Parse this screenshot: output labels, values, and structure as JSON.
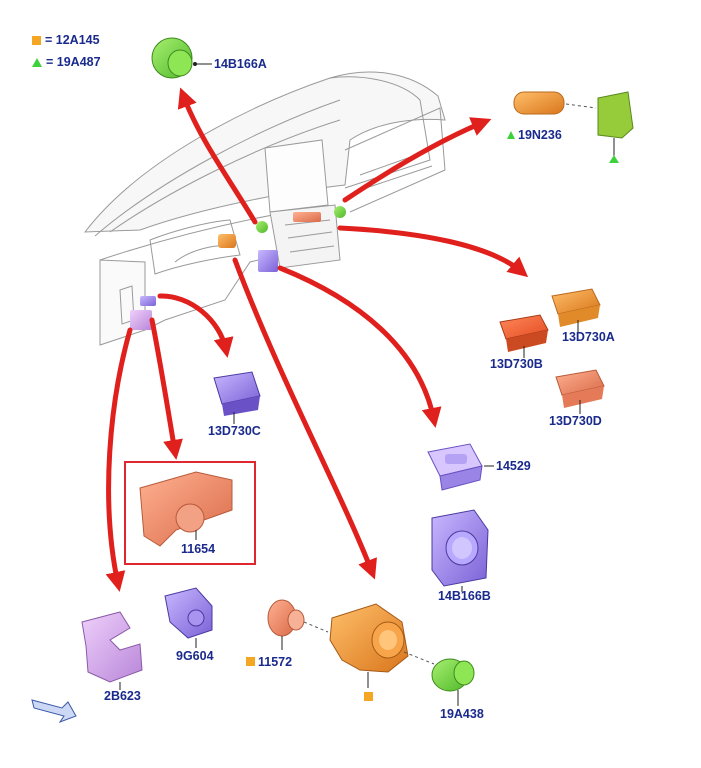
{
  "legend": [
    {
      "marker": "square",
      "color": "#f5a623",
      "text": "= 12A145"
    },
    {
      "marker": "triangle",
      "color": "#3ed13e",
      "text": "= 19A487"
    }
  ],
  "parts": {
    "p14B166A": "14B166A",
    "p19N236": "19N236",
    "p13D730A": "13D730A",
    "p13D730B": "13D730B",
    "p13D730C": "13D730C",
    "p13D730D": "13D730D",
    "p14529": "14529",
    "p14B166B": "14B166B",
    "p11654": "11654",
    "p9G604": "9G604",
    "p2B623": "2B623",
    "p11572": "11572",
    "p19A438": "19A438"
  },
  "colors": {
    "arrow": "#e0201c",
    "highlight": "#e0262e",
    "label": "#1a2a8c",
    "green_part": "#7ddc4a",
    "orange_part": "#f39b3c",
    "salmon_part": "#f08a6a",
    "purple_part": "#a98ee8",
    "violet_part": "#d6a8ee"
  }
}
